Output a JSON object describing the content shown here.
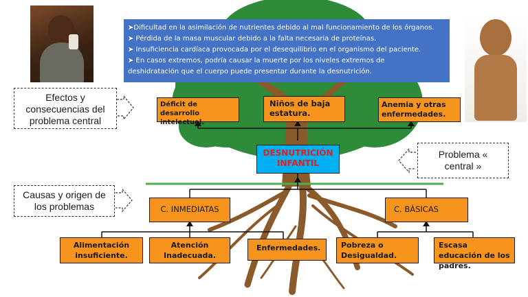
{
  "info_box": {
    "lines": [
      "➤Dificultad en la asimilación de nutrientes debido al mal funcionamiento de los órganos.",
      "➤ Pérdida de la masa muscular debido a la falta necesaria de proteínas.",
      "➤ Insuficiencia cardíaca provocada por el desequilibrio en el organismo del paciente.",
      "➤ En casos extremos, podría causar la muerte por los niveles extremos de",
      "deshidratación que el cuerpo puede presentar durante la desnutrición."
    ]
  },
  "callouts": {
    "effects": "Efectos y consecuencias del problema central",
    "central": "Problema « central »",
    "causes": "Causas y origen de los problemas"
  },
  "effects": [
    "Déficit de desarrollo intelectual.",
    "Niños de baja estatura.",
    "Anemia y otras enfermedades."
  ],
  "central_problem": "DESNUTRICIÓN INFANTIL",
  "cause_groups": {
    "immediate": "C. INMEDIATAS",
    "basic": "C. BÁSICAS"
  },
  "causes": [
    "Alimentación insuficiente.",
    "Atención Inadecuada.",
    "Enfermedades.",
    "Pobreza o Desigualdad.",
    "Escasa educación de los padres."
  ],
  "colors": {
    "box_fill": "#f7941d",
    "central_fill": "#00b0f0",
    "central_text": "#e02020",
    "info_fill": "#4472c4",
    "canopy": "#2e8b3a",
    "ground_line": "#4caf50",
    "trunk": "#8b5a2b"
  }
}
